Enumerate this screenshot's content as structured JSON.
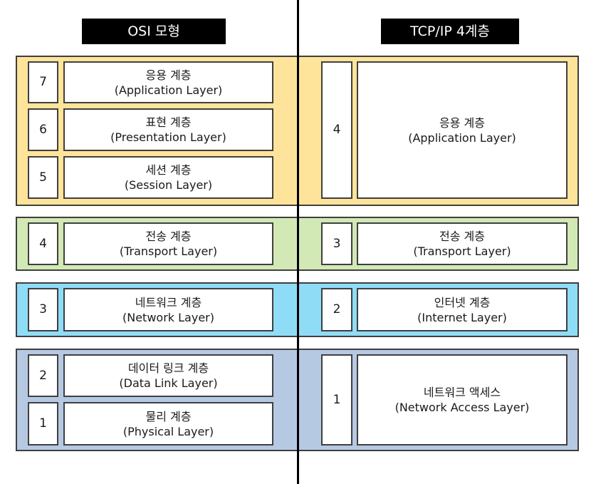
{
  "headers": {
    "osi": "OSI 모형",
    "tcpip": "TCP/IP 4계층"
  },
  "colors": {
    "application_band": "#fde49a",
    "transport_band": "#d2e9b6",
    "network_band": "#8fdcf6",
    "link_band": "#b6c9e3",
    "divider": "#000000"
  },
  "osi_layers": [
    {
      "num": "7",
      "name": "응용 계층",
      "en": "(Application Layer)"
    },
    {
      "num": "6",
      "name": "표현 계층",
      "en": "(Presentation Layer)"
    },
    {
      "num": "5",
      "name": "세션 계층",
      "en": "(Session Layer)"
    },
    {
      "num": "4",
      "name": "전송 계층",
      "en": "(Transport Layer)"
    },
    {
      "num": "3",
      "name": "네트워크 계층",
      "en": "(Network Layer)"
    },
    {
      "num": "2",
      "name": "데이터 링크 계층",
      "en": "(Data Link Layer)"
    },
    {
      "num": "1",
      "name": "물리 계층",
      "en": "(Physical Layer)"
    }
  ],
  "tcpip_layers": [
    {
      "num": "4",
      "name": "응용 계층",
      "en": "(Application Layer)"
    },
    {
      "num": "3",
      "name": "전송 계층",
      "en": "(Transport Layer)"
    },
    {
      "num": "2",
      "name": "인터넷 계층",
      "en": "(Internet Layer)"
    },
    {
      "num": "1",
      "name": "네트워크 액세스",
      "en": "(Network Access Layer)"
    }
  ]
}
